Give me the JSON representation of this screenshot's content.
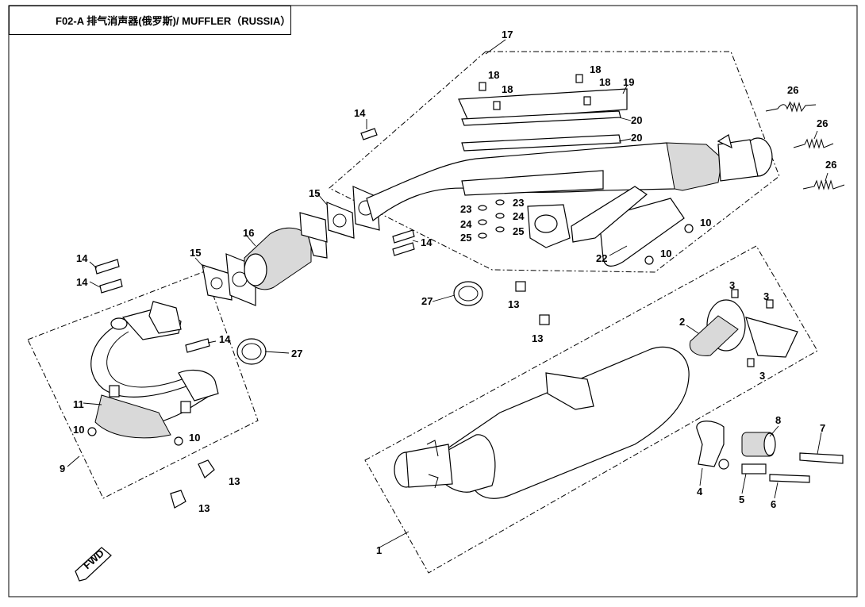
{
  "title": "F02-A 排气消声器(俄罗斯)/ MUFFLER（RUSSIA）",
  "fwd_label": "FWD",
  "callouts": [
    "1",
    "2",
    "3",
    "3",
    "3",
    "4",
    "5",
    "6",
    "7",
    "8",
    "9",
    "10",
    "10",
    "10",
    "10",
    "11",
    "13",
    "13",
    "13",
    "13",
    "14",
    "14",
    "14",
    "14",
    "14",
    "15",
    "15",
    "16",
    "17",
    "18",
    "18",
    "18",
    "18",
    "19",
    "20",
    "20",
    "22",
    "23",
    "23",
    "24",
    "24",
    "25",
    "25",
    "26",
    "26",
    "26",
    "27",
    "27"
  ]
}
